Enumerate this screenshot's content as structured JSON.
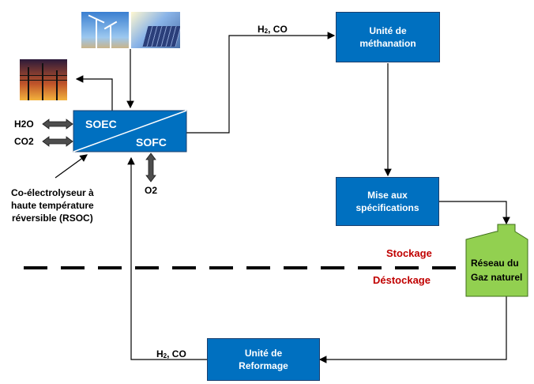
{
  "rsoc": {
    "soec_label": "SOEC",
    "sofc_label": "SOFC"
  },
  "boxes": {
    "methanation": "Unité de\nméthanation",
    "specifications": "Mise aux\nspécifications",
    "reforming": "Unité de\nReformage"
  },
  "tank": {
    "label": "Réseau du\nGaz naturel"
  },
  "flows": {
    "h2co_top_h": "H",
    "h2co_top_sub": "2",
    "h2co_top_rest": ", CO",
    "h2co_bottom_h": "H",
    "h2co_bottom_sub": "2",
    "h2co_bottom_rest": ", CO",
    "h2o": "H2O",
    "co2": "CO2",
    "o2": "O2"
  },
  "caption": {
    "line1": "Co-électrolyseur à",
    "line2": "haute température",
    "line3": "réversible (RSOC)"
  },
  "zones": {
    "storage": "Stockage",
    "destorage": "Déstockage"
  },
  "colors": {
    "box_blue": "#0070C0",
    "tank_green": "#92D050",
    "zone_red": "#C00000"
  },
  "icons": {
    "renewables": "wind-solar-image",
    "power_grid": "power-grid-image"
  }
}
